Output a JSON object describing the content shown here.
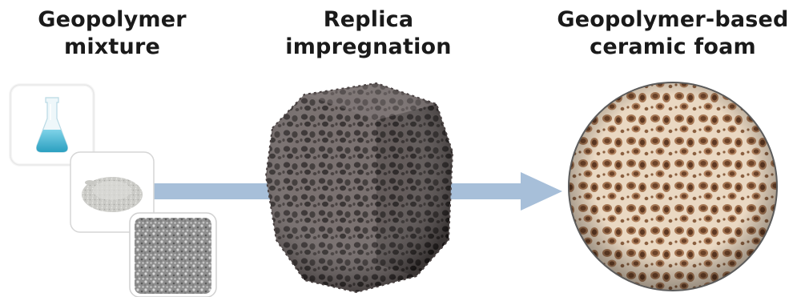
{
  "steps": [
    {
      "title_line1": "Geopolymer",
      "title_line2": "mixture"
    },
    {
      "title_line1": "Replica",
      "title_line2": "impregnation"
    },
    {
      "title_line1": "Geopolymer-based",
      "title_line2": "ceramic foam"
    }
  ],
  "colors": {
    "arrow": "#a7bfd9",
    "flask_liquid": "#3ab1cf",
    "foam_dark": "#5e5554",
    "ceramic": "#e3cdb4",
    "ceramic_pore": "#8a5f3f"
  },
  "icons": [
    "flask-icon",
    "powder-icon",
    "granular-sample-icon",
    "sponge-replica-icon",
    "ceramic-foam-icon",
    "process-arrow-icon"
  ]
}
